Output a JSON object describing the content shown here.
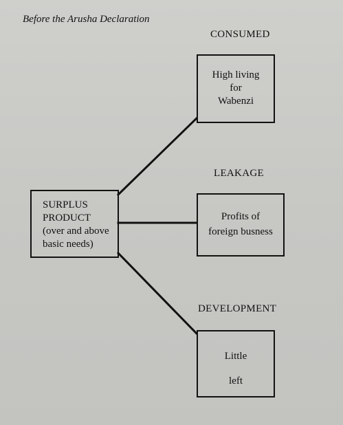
{
  "caption": "Before the Arusha Declaration",
  "categories": {
    "consumed": "CONSUMED",
    "leakage": "LEAKAGE",
    "development": "DEVELOPMENT"
  },
  "boxes": {
    "surplus": {
      "lines": [
        "SURPLUS",
        "PRODUCT",
        "(over and above",
        "basic needs)"
      ]
    },
    "consumed": {
      "lines": [
        "High living",
        "for",
        "Wabenzi"
      ]
    },
    "leakage": {
      "lines": [
        "Profits of",
        "foreign busness"
      ]
    },
    "development": {
      "lines": [
        "Little",
        "left"
      ]
    }
  }
}
